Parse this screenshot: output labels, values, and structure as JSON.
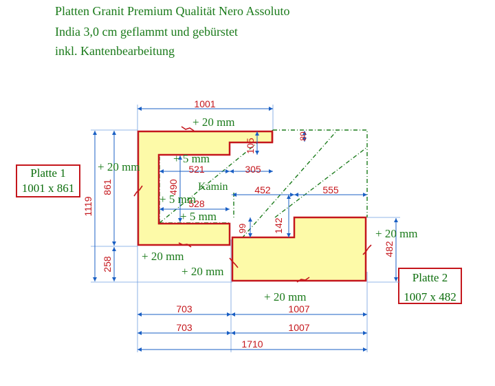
{
  "header": {
    "line1": "Platten Granit Premium Qualität Nero Assoluto",
    "line2": "India 3,0 cm geflammt und gebürstet",
    "line3": "inkl. Kantenbearbeitung"
  },
  "plates": [
    {
      "name": "Platte 1",
      "size": "1001 x 861"
    },
    {
      "name": "Platte 2",
      "size": "1007 x 482"
    }
  ],
  "dimensions": {
    "top_width": "1001",
    "total_height": "1119",
    "plate1_height": "861",
    "bottom_offset": "258",
    "inner_top": "521",
    "notch_width": "305",
    "notch_depth": "105",
    "corner_small": "80",
    "inner_height": "490",
    "inner_bottom": "528",
    "kamin_width": "452",
    "plate2_top_right": "555",
    "step_left": "99",
    "step_right": "142",
    "plate2_height": "482",
    "bottom_left_1": "703",
    "bottom_right_1": "1007",
    "bottom_left_2": "703",
    "bottom_right_2": "1007",
    "total_width": "1710"
  },
  "edges": {
    "top": "+ 20 mm",
    "left": "+ 20 mm",
    "inner_top": "+ 5 mm",
    "inner_left": "+ 5 mm",
    "inner_bottom": "+ 5 mm",
    "plate1_bottom": "+ 20 mm",
    "plate2_left": "+ 20 mm",
    "plate2_right": "+ 20 mm",
    "plate2_bottom": "+ 20 mm"
  },
  "labels": {
    "kamin": "Kamin"
  },
  "colors": {
    "outline": "#c4161c",
    "fill": "#fdfaa8",
    "text": "#1a7a1a",
    "dimension": "#1a5fc4",
    "hatch": "#1a7a1a"
  }
}
